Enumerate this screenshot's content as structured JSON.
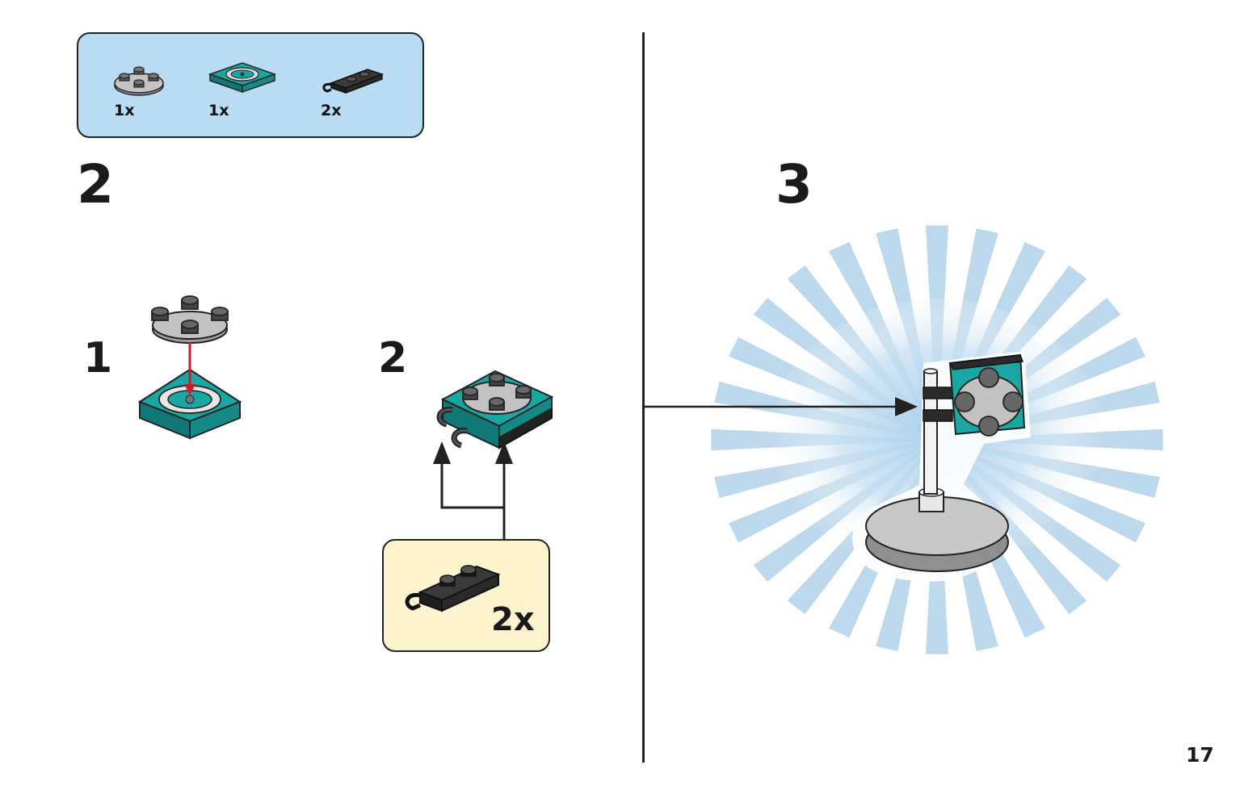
{
  "parts_list": {
    "items": [
      {
        "name": "round-plate-icon",
        "qty": "1x"
      },
      {
        "name": "turntable-plate-icon",
        "qty": "1x"
      },
      {
        "name": "clip-plate-icon",
        "qty": "2x"
      }
    ]
  },
  "left_step": {
    "number": "2",
    "sub_steps": [
      {
        "number": "1"
      },
      {
        "number": "2"
      }
    ],
    "callout": {
      "qty": "2x"
    }
  },
  "right_step": {
    "number": "3"
  },
  "page_number": "17",
  "colors": {
    "teal": "#149b98",
    "teal_dark": "#0e6e6b",
    "gray": "#a8a8a8",
    "dark": "#2b2b2b",
    "red": "#c61f2b",
    "parts_bg": "#b7dcf4",
    "callout_bg": "#fdf4cd"
  }
}
